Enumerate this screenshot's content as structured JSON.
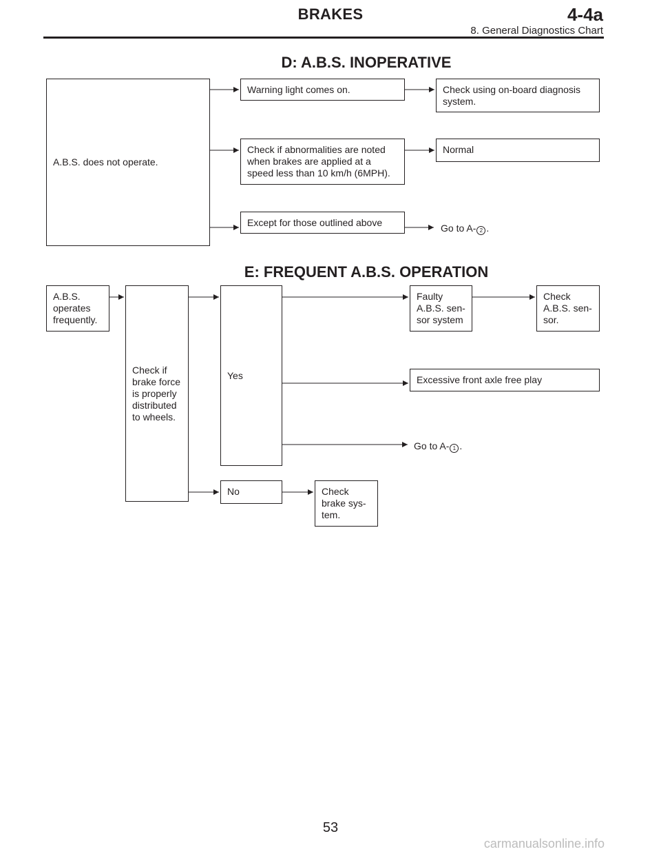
{
  "header": {
    "section": "BRAKES",
    "code": "4-4a",
    "subtitle": "8. General Diagnostics Chart"
  },
  "section_d": {
    "title": "D: A.B.S. INOPERATIVE",
    "root": "A.B.S. does not operate.",
    "branch1": "Warning light comes on.",
    "branch1_result": "Check using on-board diagnosis system.",
    "branch2": "Check if abnormalities are noted when brakes are applied at a speed less than 10 km/h (6MPH).",
    "branch2_result": "Normal",
    "branch3": "Except for those outlined above",
    "branch3_result_prefix": "Go to A-",
    "branch3_result_ref": "2",
    "branch3_result_suffix": "."
  },
  "section_e": {
    "title": "E: FREQUENT A.B.S. OPERATION",
    "root": "A.B.S. operates frequently.",
    "check": "Check if brake force is properly distributed to wheels.",
    "yes": "Yes",
    "no": "No",
    "yes_result1": "Faulty A.B.S. sen- sor system",
    "yes_result1_next": "Check A.B.S. sen- sor.",
    "yes_result2": "Excessive front axle free play",
    "yes_result3_prefix": "Go to A-",
    "yes_result3_ref": "1",
    "yes_result3_suffix": ".",
    "no_result": "Check brake sys- tem."
  },
  "footer": {
    "page_number": "53",
    "watermark": "carmanualsonline.info"
  }
}
